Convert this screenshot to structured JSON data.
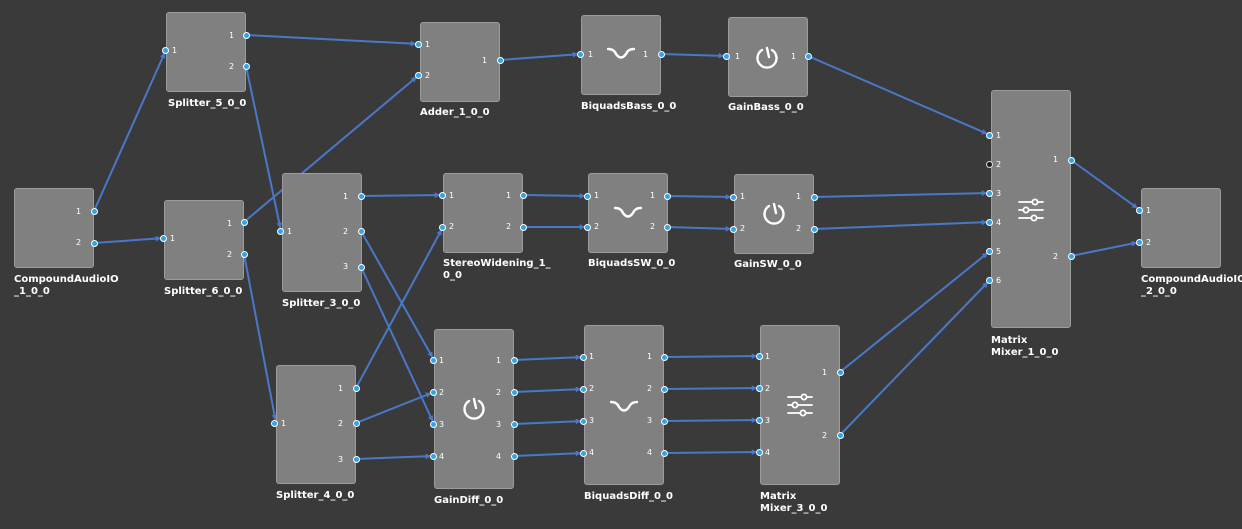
{
  "colors": {
    "background": "#3a3a3a",
    "block": "#808080",
    "wire": "#4a78c8",
    "port": "#2fa4e7"
  },
  "blocks": {
    "compound_in": {
      "title_l1": "CompoundAudioIO",
      "title_l2": "_1_0_0",
      "out": [
        "1",
        "2"
      ]
    },
    "splitter_5": {
      "title": "Splitter_5_0_0",
      "in": [
        "1"
      ],
      "out": [
        "1",
        "2"
      ]
    },
    "splitter_6": {
      "title": "Splitter_6_0_0",
      "in": [
        "1"
      ],
      "out": [
        "1",
        "2"
      ]
    },
    "splitter_3": {
      "title": "Splitter_3_0_0",
      "in": [
        "1"
      ],
      "out": [
        "1",
        "2",
        "3"
      ]
    },
    "splitter_4": {
      "title": "Splitter_4_0_0",
      "in": [
        "1"
      ],
      "out": [
        "1",
        "2",
        "3"
      ]
    },
    "adder_1": {
      "title": "Adder_1_0_0",
      "in": [
        "1",
        "2"
      ],
      "out": [
        "1"
      ]
    },
    "stereo_widening": {
      "title_l1": "StereoWidening_1_",
      "title_l2": "0_0",
      "in": [
        "1",
        "2"
      ],
      "out": [
        "1",
        "2"
      ]
    },
    "biquads_bass": {
      "title": "BiquadsBass_0_0",
      "icon": "filter-notch-icon",
      "in": [
        "1"
      ],
      "out": [
        "1"
      ]
    },
    "biquads_sw": {
      "title": "BiquadsSW_0_0",
      "icon": "filter-notch-icon",
      "in": [
        "1",
        "2"
      ],
      "out": [
        "1",
        "2"
      ]
    },
    "biquads_diff": {
      "title": "BiquadsDiff_0_0",
      "icon": "filter-notch-icon",
      "in": [
        "1",
        "2",
        "3",
        "4"
      ],
      "out": [
        "1",
        "2",
        "3",
        "4"
      ]
    },
    "gain_bass": {
      "title": "GainBass_0_0",
      "icon": "gain-knob-icon",
      "in": [
        "1"
      ],
      "out": [
        "1"
      ]
    },
    "gain_sw": {
      "title": "GainSW_0_0",
      "icon": "gain-knob-icon",
      "in": [
        "1",
        "2"
      ],
      "out": [
        "1",
        "2"
      ]
    },
    "gain_diff": {
      "title": "GainDiff_0_0",
      "icon": "gain-knob-icon",
      "in": [
        "1",
        "2",
        "3",
        "4"
      ],
      "out": [
        "1",
        "2",
        "3",
        "4"
      ]
    },
    "matrix_mixer_3": {
      "title_l1": "Matrix",
      "title_l2": "Mixer_3_0_0",
      "icon": "mixer-sliders-icon",
      "in": [
        "1",
        "2",
        "3",
        "4"
      ],
      "out": [
        "1",
        "2"
      ]
    },
    "matrix_mixer_1": {
      "title_l1": "Matrix",
      "title_l2": "Mixer_1_0_0",
      "icon": "mixer-sliders-icon",
      "in": [
        "1",
        "2",
        "3",
        "4",
        "5",
        "6"
      ],
      "out": [
        "1",
        "2"
      ]
    },
    "compound_out": {
      "title_l1": "CompoundAudioIO",
      "title_l2": "_2_0_0",
      "in": [
        "1",
        "2"
      ]
    }
  }
}
